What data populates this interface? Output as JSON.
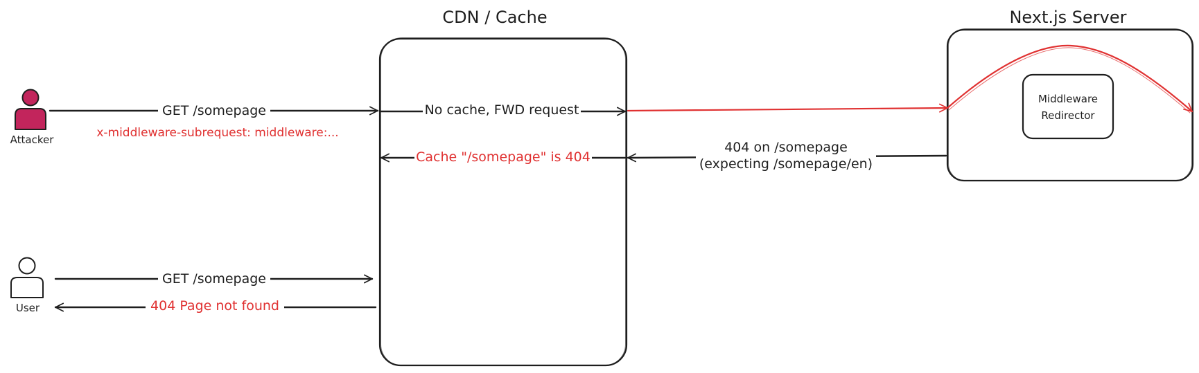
{
  "cdn": {
    "title": "CDN / Cache"
  },
  "server": {
    "title": "Next.js Server",
    "middleware_line1": "Middleware",
    "middleware_line2": "Redirector"
  },
  "attacker": {
    "label": "Attacker",
    "request": "GET /somepage",
    "header": "x-middleware-subrequest: middleware:..."
  },
  "cdn_flow": {
    "forward": "No cache, FWD request",
    "cache_note": "Cache \"/somepage\" is 404"
  },
  "server_response": {
    "line1": "404 on /somepage",
    "line2": "(expecting /somepage/en)"
  },
  "user": {
    "label": "User",
    "request": "GET /somepage",
    "response": "404 Page not found"
  },
  "colors": {
    "attacker_fill": "#c2255c",
    "highlight": "#e03131",
    "ink": "#1e1e1e"
  }
}
